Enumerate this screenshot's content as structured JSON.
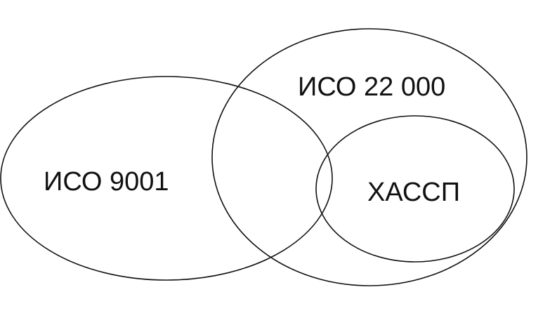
{
  "diagram": {
    "sets": [
      {
        "label": "ИСО 9001"
      },
      {
        "label": "ИСО 22 000"
      },
      {
        "label": "ХАССП"
      }
    ]
  }
}
